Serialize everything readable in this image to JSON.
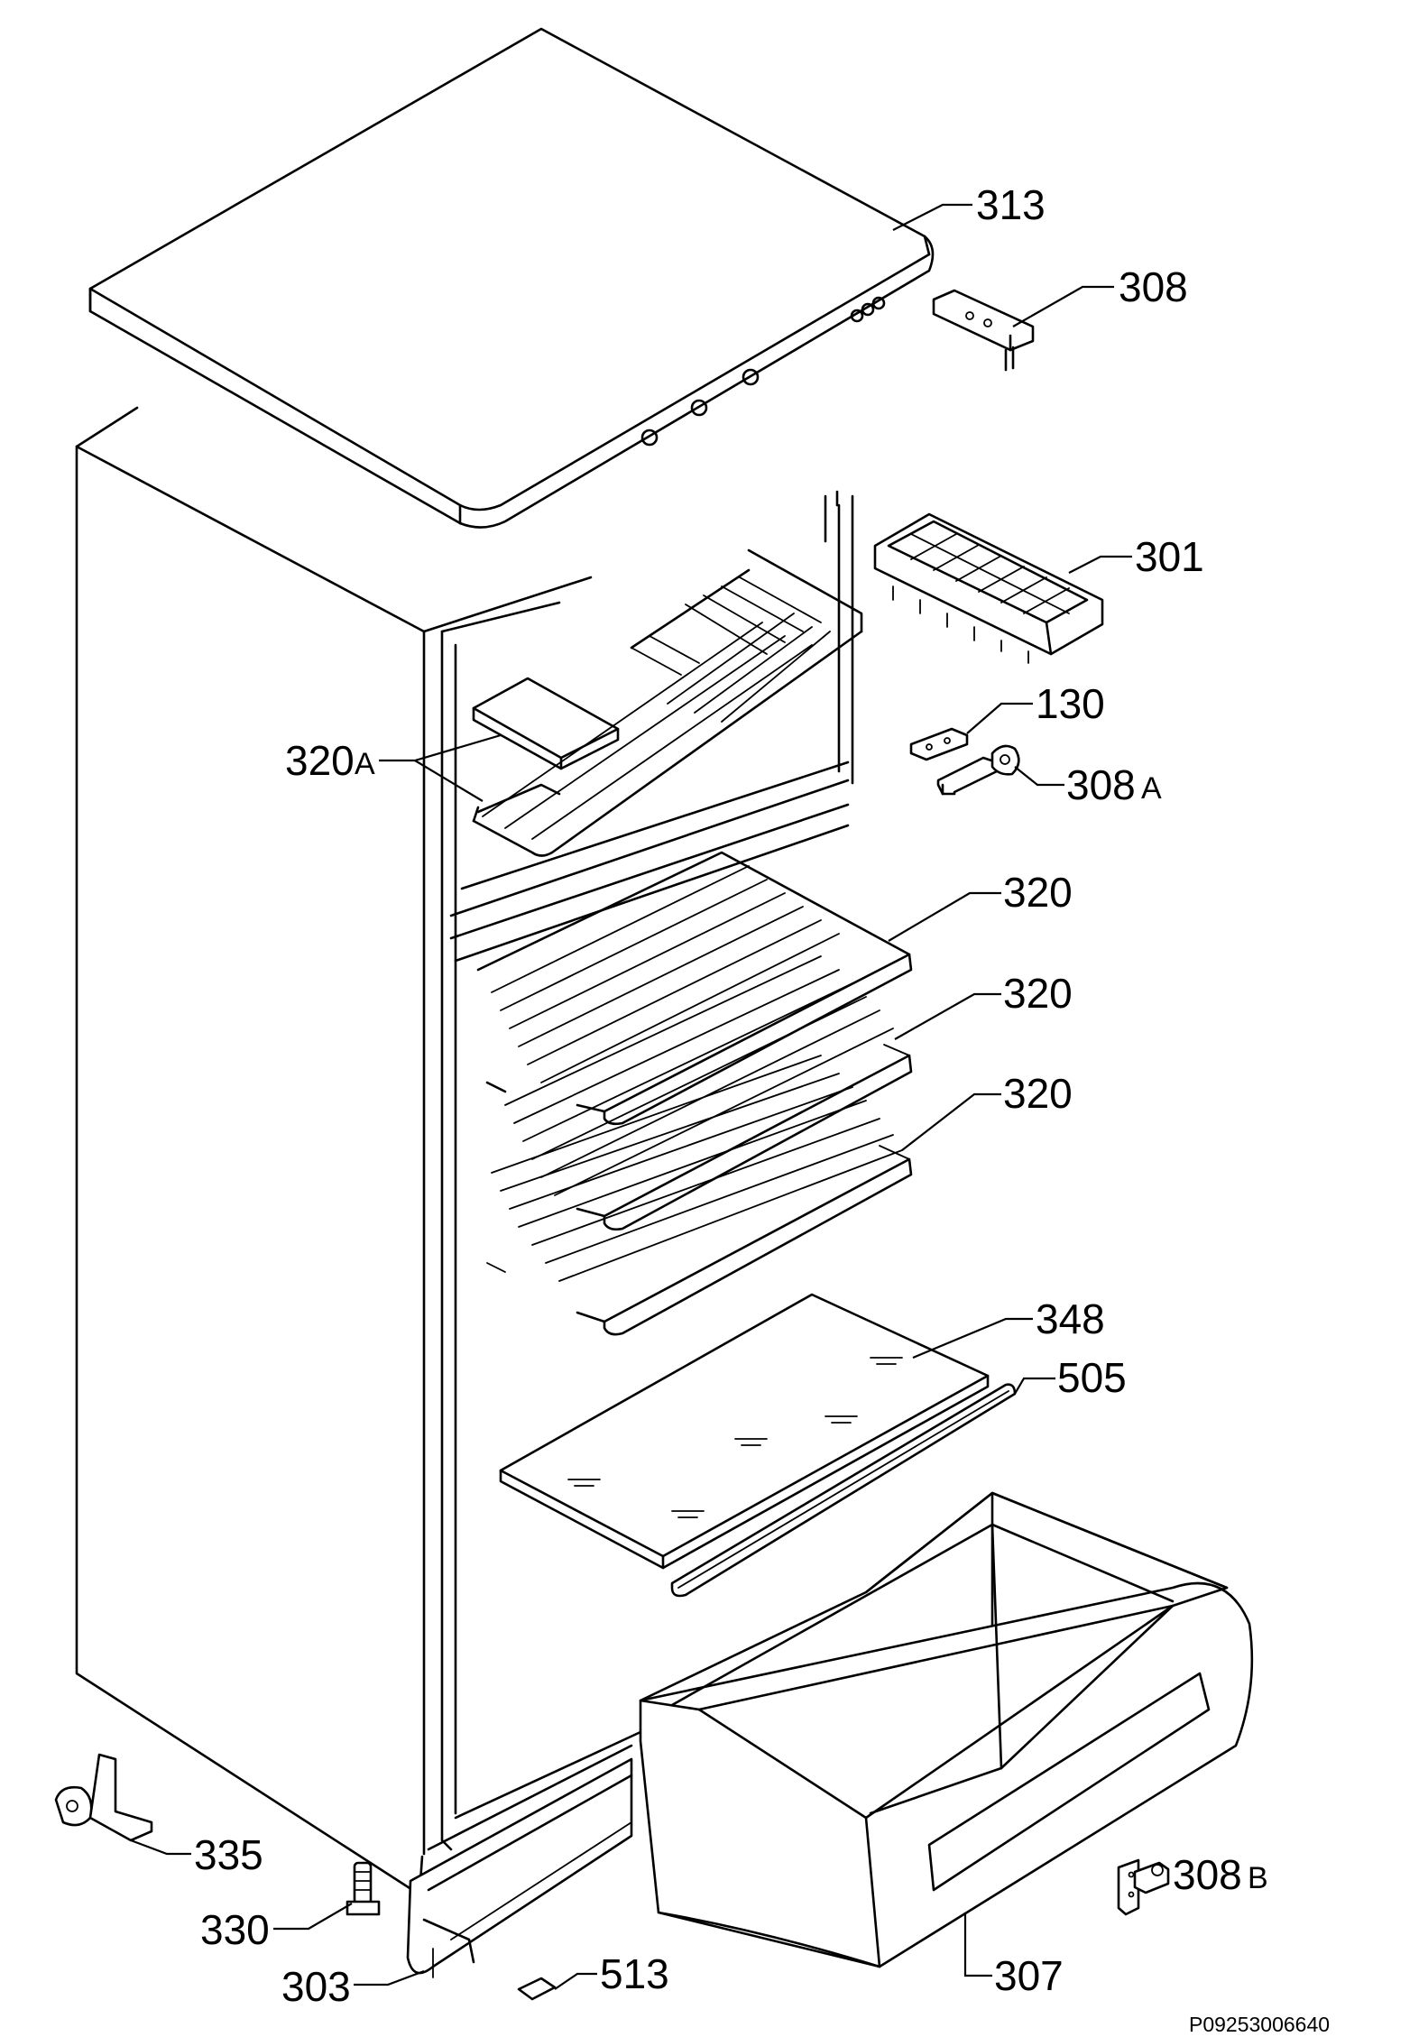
{
  "callouts": {
    "c313": "313",
    "c308": "308",
    "c301": "301",
    "c130": "130",
    "c308a": "308",
    "c308a_suffix": "A",
    "c320a": "320",
    "c320a_suffix": "A",
    "c320_1": "320",
    "c320_2": "320",
    "c320_3": "320",
    "c348": "348",
    "c505": "505",
    "c335": "335",
    "c330": "330",
    "c303": "303",
    "c513": "513",
    "c307": "307",
    "c308b": "308",
    "c308b_suffix": "B"
  },
  "drawing_code": "P09253006640"
}
